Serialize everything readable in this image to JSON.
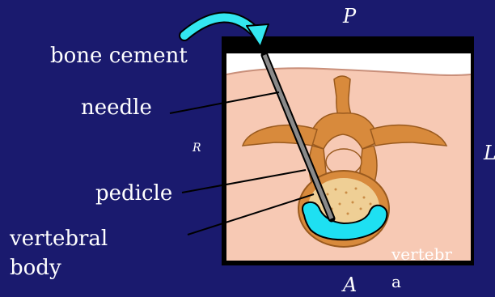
{
  "labels": {
    "bone_cement": "bone cement",
    "needle": "needle",
    "pedicle": "pedicle",
    "vertebral_body_line1": "vertebral",
    "vertebral_body_line2": "body",
    "posterior": "P",
    "anterior": "A",
    "right": "R",
    "left": "L",
    "vertebra_line1": "vertebr",
    "vertebra_line2": "a"
  },
  "colors": {
    "background": "#1a1a6e",
    "arrow": "#33e6f0",
    "cement": "#1ee0f2",
    "skin": "#f7c9b4",
    "bone": "#d88a3c",
    "needle": "#8a8a8a",
    "frame": "#000000",
    "text": "#ffffff"
  }
}
